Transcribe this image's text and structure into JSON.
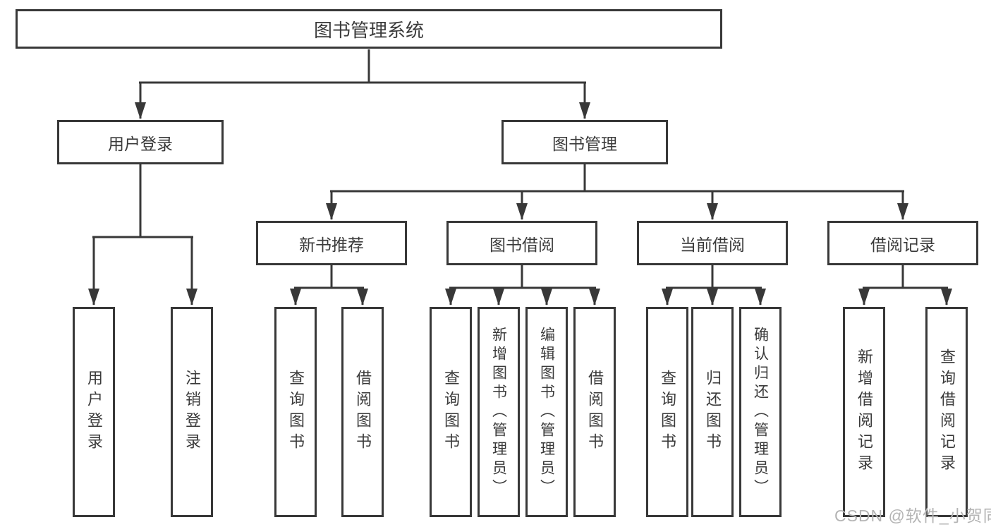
{
  "diagram": {
    "title_node": {
      "label": "图书管理系统"
    },
    "level2": [
      {
        "label": "用户登录"
      },
      {
        "label": "图书管理"
      }
    ],
    "level3": [
      {
        "label": "新书推荐"
      },
      {
        "label": "图书借阅"
      },
      {
        "label": "当前借阅"
      },
      {
        "label": "借阅记录"
      }
    ],
    "leaves": {
      "user_login": [
        {
          "label": "用户登录"
        },
        {
          "label": "注销登录"
        }
      ],
      "new_books": [
        {
          "label": "查询图书"
        },
        {
          "label": "借阅图书"
        }
      ],
      "book_borrow": [
        {
          "label": "查询图书"
        },
        {
          "label": "新增图书（管理员）"
        },
        {
          "label": "编辑图书（管理员）"
        },
        {
          "label": "借阅图书"
        }
      ],
      "current_borrow": [
        {
          "label": "查询图书"
        },
        {
          "label": "归还图书"
        },
        {
          "label": "确认归还（管理员）"
        }
      ],
      "borrow_records": [
        {
          "label": "新增借阅记录"
        },
        {
          "label": "查询借阅记录"
        }
      ]
    }
  },
  "watermark": {
    "text": "CSDN @软件_小贺同学"
  },
  "colors": {
    "line": "#383838",
    "text": "#3a3a3a",
    "box_fill": "#ffffff",
    "watermark": "#b4b4b4",
    "background": "#ffffff"
  }
}
